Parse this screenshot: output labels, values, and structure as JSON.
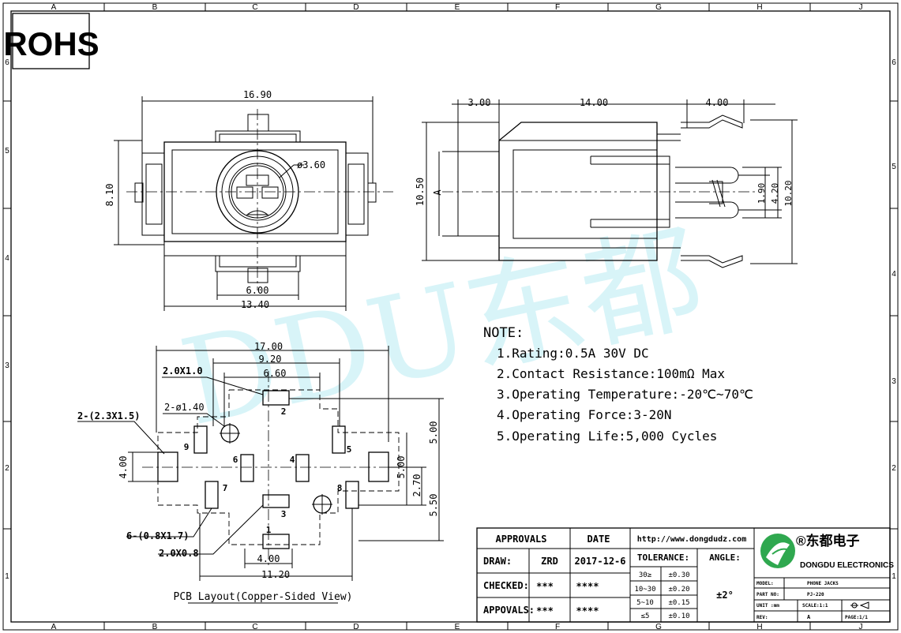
{
  "rohs": "ROHS",
  "grid": {
    "cols": [
      "A",
      "B",
      "C",
      "D",
      "E",
      "F",
      "G",
      "H",
      "J"
    ],
    "rows": [
      "6",
      "5",
      "4",
      "3",
      "2",
      "1"
    ]
  },
  "watermark": "DDU东都",
  "front_view": {
    "dim_width": "16.90",
    "dim_height": "8.10",
    "dim_hole": "ø3.60",
    "dim_bottom_inner": "6.00",
    "dim_bottom_outer": "13.40"
  },
  "side_view": {
    "dim_front": "3.00",
    "dim_body": "14.00",
    "dim_pins": "4.00",
    "dim_height": "10.50",
    "section": "A",
    "dim_pin_gap": "1.90",
    "dim_pin_span": "4.20",
    "dim_total_height": "10.20"
  },
  "pcb": {
    "dim_17": "17.00",
    "dim_92": "9.20",
    "dim_66": "6.60",
    "pad_top": "2.0X1.0",
    "holes": "2-ø1.40",
    "pads_side": "2-(2.3X1.5)",
    "dim_4_left": "4.00",
    "dim_5_right": "5.00",
    "dim_5_inner": "5.00",
    "dim_27": "2.70",
    "dim_55": "5.50",
    "pads_small": "6-(0.8X1.7)",
    "pad_bottom": "2.0X0.8",
    "dim_4_bottom": "4.00",
    "dim_112": "11.20",
    "pins": [
      "1",
      "2",
      "3",
      "4",
      "5",
      "6",
      "7",
      "8",
      "9"
    ],
    "caption": "PCB Layout(Copper-Sided View)"
  },
  "notes": {
    "title": "NOTE:",
    "items": [
      "1.Rating:0.5A 30V DC",
      "2.Contact Resistance:100mΩ Max",
      "3.Operating Temperature:-20℃~70℃",
      "4.Operating Force:3-20N",
      "5.Operating Life:5,000 Cycles"
    ]
  },
  "title_block": {
    "approvals": "APPROVALS",
    "date": "DATE",
    "url": "http://www.dongdudz.com",
    "draw": "DRAW:",
    "draw_by": "ZRD",
    "draw_date": "2017-12-6",
    "checked": "CHECKED:",
    "checked_by": "***",
    "checked_date": "****",
    "appovals": "APPOVALS:",
    "appovals_by": "***",
    "appovals_date": "****",
    "tolerance": "TOLERANCE:",
    "angle": "ANGLE:",
    "angle_value": "±2°",
    "tol_rows": [
      {
        "range": "30≥",
        "value": "±0.30"
      },
      {
        "range": "10~30",
        "value": "±0.20"
      },
      {
        "range": "5~10",
        "value": "±0.15"
      },
      {
        "range": "≤5",
        "value": "±0.10"
      }
    ],
    "company_cn": "®东都电子",
    "company_en": "DONGDU ELECTRONICS",
    "model_label": "MODEL:",
    "model": "PHONE JACKS",
    "part_label": "PART NO:",
    "part": "PJ-220",
    "unit_label": "UNIT :mm",
    "scale_label": "SCALE:1:1",
    "rev_label": "REV:",
    "rev": "A",
    "page_label": "PAGE:1/1"
  }
}
